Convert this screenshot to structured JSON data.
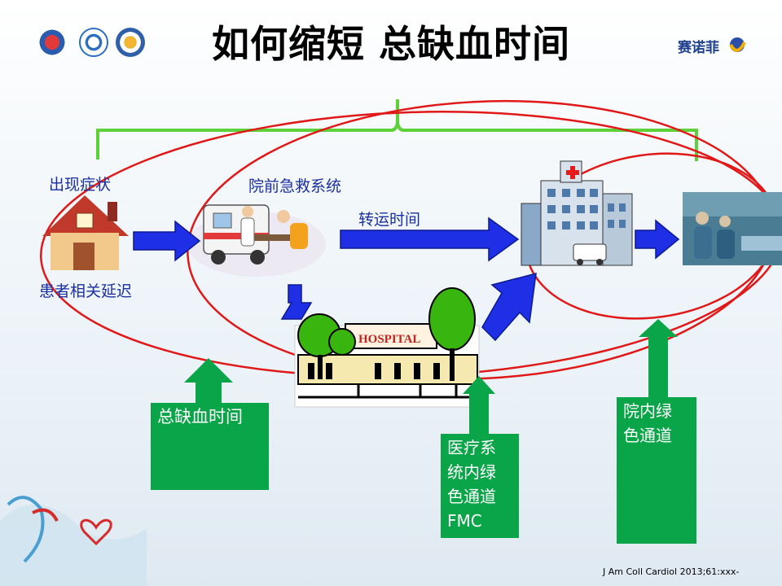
{
  "slide": {
    "title": "如何缩短    总缺血时间",
    "brand": "赛诺菲",
    "citation": "J Am Coll Cardiol 2013;61:xxx-"
  },
  "labels": {
    "symptom_onset": "出现症状",
    "ems": "院前急救系统",
    "transport_time": "转运时间",
    "patient_delay": "患者相关延迟",
    "hospital_sign": "HOSPITAL"
  },
  "boxes": {
    "total_ischemic_time": "总缺血时间",
    "fmc_green_channel": "医疗系\n统内绿\n色通道\nFMC",
    "in_hospital_green_channel": "院内绿\n色通道"
  },
  "colors": {
    "arrow_blue": "#1f2fe6",
    "box_green": "#0aa548",
    "brace_green": "#5ed13a",
    "ellipse_red": "#e01818"
  },
  "icons": {
    "house": "house-icon",
    "ambulance": "ambulance-icon",
    "local_hospital": "local-hospital-icon",
    "pci_hospital": "pci-hospital-icon",
    "cath_lab": "cath-lab-photo"
  }
}
